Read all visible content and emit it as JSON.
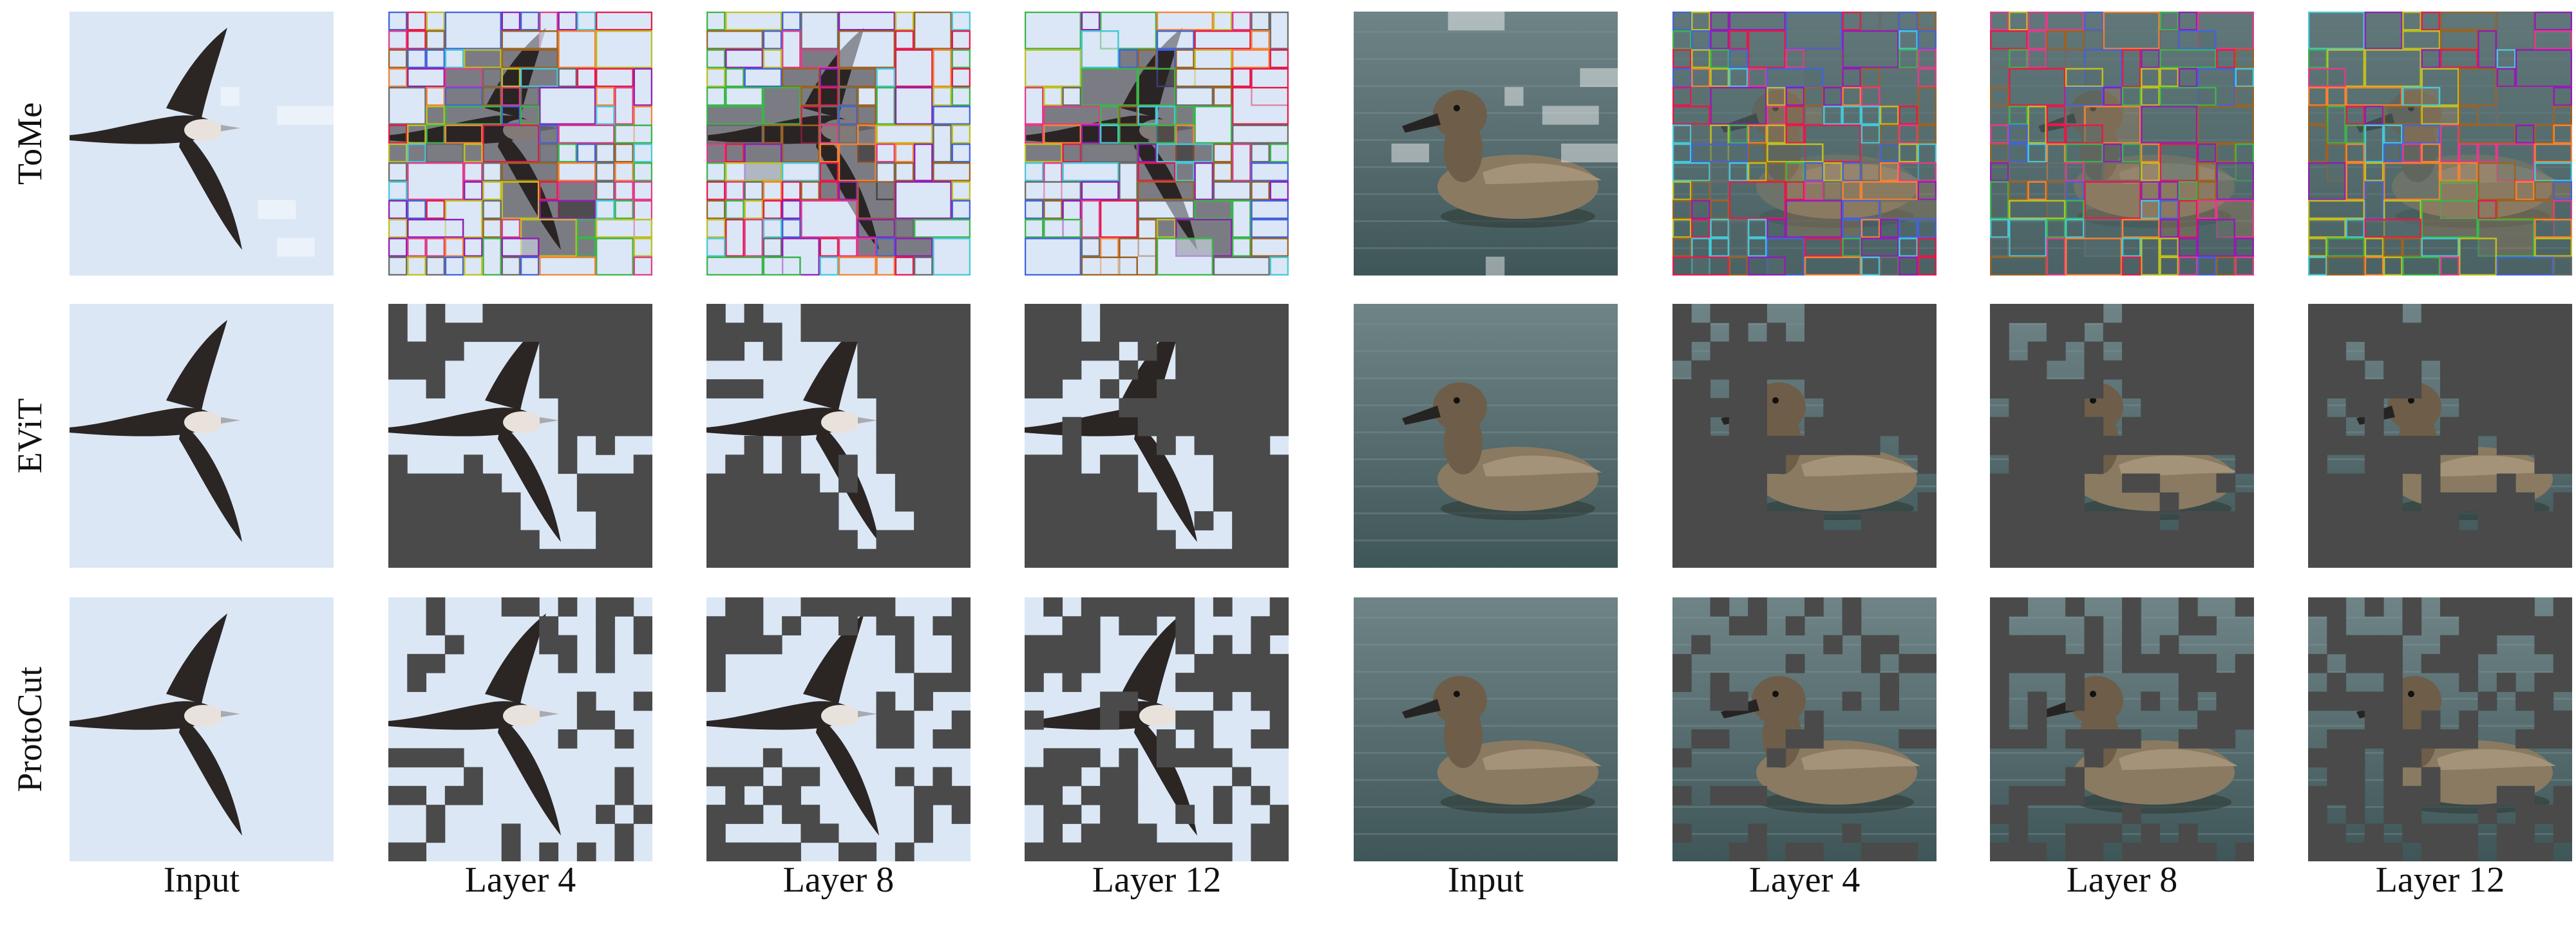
{
  "row_labels": [
    "ToMe",
    "EViT",
    "ProtoCut"
  ],
  "column_labels": [
    "Input",
    "Layer 4",
    "Layer 8",
    "Layer 12",
    "Input",
    "Layer 4",
    "Layer 8",
    "Layer 12"
  ],
  "colors": {
    "sky": "#dbe7f5",
    "bird_dark": "#2b2524",
    "bird_chest": "#e9e2dc",
    "bird_beak": "#a9aab0",
    "water": "#566d70",
    "duck_body": "#8a7a62",
    "duck_head": "#6e5d48",
    "duck_bill": "#262422",
    "mask_gray": "#4a4a4a",
    "merge_box_palette": [
      "#e03c8a",
      "#3cb44b",
      "#4363d8",
      "#f58231",
      "#911eb4",
      "#46c8d8",
      "#bfbf20",
      "#9a6324",
      "#e6194b",
      "#6b6b6b"
    ]
  },
  "grid": {
    "rows": [
      [
        {
          "image": "bird",
          "mode": "input",
          "seed": 0,
          "keep": 1.0
        },
        {
          "image": "bird",
          "mode": "merge",
          "seed": 11,
          "keep": 0.6
        },
        {
          "image": "bird",
          "mode": "merge",
          "seed": 12,
          "keep": 0.45
        },
        {
          "image": "bird",
          "mode": "merge",
          "seed": 13,
          "keep": 0.3
        },
        {
          "image": "duck",
          "mode": "input",
          "seed": 0,
          "keep": 1.0
        },
        {
          "image": "duck",
          "mode": "merge",
          "seed": 21,
          "keep": 0.7
        },
        {
          "image": "duck",
          "mode": "merge",
          "seed": 22,
          "keep": 0.5
        },
        {
          "image": "duck",
          "mode": "merge",
          "seed": 23,
          "keep": 0.3
        }
      ],
      [
        {
          "image": "bird",
          "mode": "input",
          "seed": 0,
          "keep": 1.0
        },
        {
          "image": "bird",
          "mode": "evit",
          "seed": 31,
          "keep": 0.55
        },
        {
          "image": "bird",
          "mode": "evit",
          "seed": 32,
          "keep": 0.4
        },
        {
          "image": "bird",
          "mode": "evit",
          "seed": 33,
          "keep": 0.25
        },
        {
          "image": "duck",
          "mode": "input",
          "seed": 0,
          "keep": 1.0
        },
        {
          "image": "duck",
          "mode": "evit",
          "seed": 41,
          "keep": 0.55
        },
        {
          "image": "duck",
          "mode": "evit",
          "seed": 42,
          "keep": 0.4
        },
        {
          "image": "duck",
          "mode": "evit",
          "seed": 43,
          "keep": 0.25
        }
      ],
      [
        {
          "image": "bird",
          "mode": "input",
          "seed": 0,
          "keep": 1.0
        },
        {
          "image": "bird",
          "mode": "proto",
          "seed": 51,
          "keep": 0.7
        },
        {
          "image": "bird",
          "mode": "proto",
          "seed": 52,
          "keep": 0.5
        },
        {
          "image": "bird",
          "mode": "proto",
          "seed": 53,
          "keep": 0.35
        },
        {
          "image": "duck",
          "mode": "input",
          "seed": 0,
          "keep": 1.0
        },
        {
          "image": "duck",
          "mode": "proto",
          "seed": 61,
          "keep": 0.75
        },
        {
          "image": "duck",
          "mode": "proto",
          "seed": 62,
          "keep": 0.5
        },
        {
          "image": "duck",
          "mode": "proto",
          "seed": 63,
          "keep": 0.35
        }
      ]
    ]
  }
}
